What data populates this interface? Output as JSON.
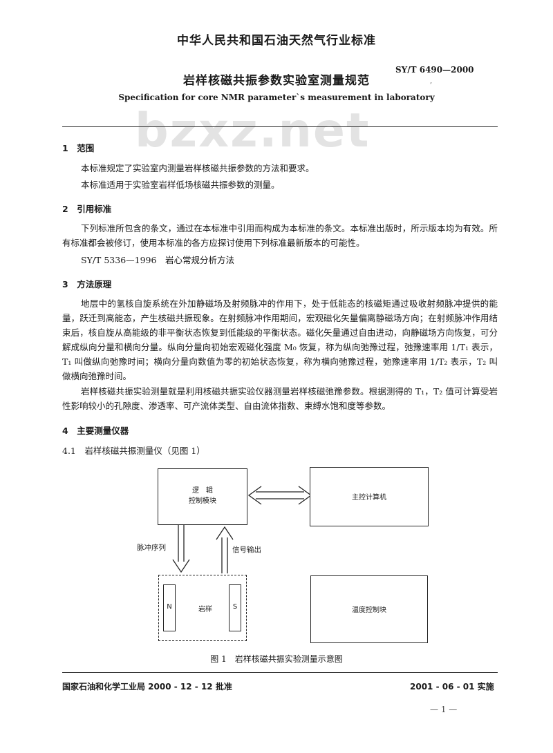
{
  "header": {
    "industry_standard": "中华人民共和国石油天然气行业标准",
    "standard_number": "SY/T 6490—2000",
    "mark": ",",
    "title_cn": "岩样核磁共振参数实验室测量规范",
    "title_en": "Specification for core NMR parameter`s measurement in laboratory",
    "watermark": "bzxz.net"
  },
  "sections": {
    "s1_title": "1　范围",
    "s1_p1": "本标准规定了实验室内测量岩样核磁共振参数的方法和要求。",
    "s1_p2": "本标准适用于实验室岩样低场核磁共振参数的测量。",
    "s2_title": "2　引用标准",
    "s2_p1": "下列标准所包含的条文，通过在本标准中引用而构成为本标准的条文。本标准出版时，所示版本均为有效。所有标准都会被修订，使用本标准的各方应探讨使用下列标准最新版本的可能性。",
    "s2_ref": "SY/T 5336—1996　岩心常规分析方法",
    "s3_title": "3　方法原理",
    "s3_p1": "地层中的氢核自旋系统在外加静磁场及射频脉冲的作用下，处于低能态的核磁矩通过吸收射频脉冲提供的能量，跃迁到高能态，产生核磁共振现象。在射频脉冲作用期间，宏观磁化矢量偏离静磁场方向；在射频脉冲作用结束后，核自旋从高能级的非平衡状态恢复到低能级的平衡状态。磁化矢量通过自由进动，向静磁场方向恢复，可分解成纵向分量和横向分量。纵向分量向初始宏观磁化强度 M₀ 恢复，称为纵向弛豫过程，弛豫速率用 1/T₁ 表示，T₁ 叫做纵向弛豫时间；横向分量向数值为零的初始状态恢复，称为横向弛豫过程，弛豫速率用 1/T₂ 表示，T₂ 叫做横向弛豫时间。",
    "s3_p2": "岩样核磁共振实验测量就是利用核磁共振实验仪器测量岩样核磁弛豫参数。根据测得的 T₁，T₂ 值可计算受岩性影响较小的孔隙度、渗透率、可产流体类型、自由流体指数、束缚水饱和度等参数。",
    "s4_title": "4　主要测量仪器",
    "s41_title": "4.1　岩样核磁共振测量仪（见图 1）"
  },
  "diagram": {
    "logic_module_line1": "逻　辑",
    "logic_module_line2": "控制模块",
    "host_computer": "主控计算机",
    "pulse_sequence": "脉冲序列",
    "signal_output": "信号输出",
    "magnet_n": "N",
    "magnet_s": "S",
    "sample": "岩样",
    "temp_control": "温度控制块",
    "caption": "图 1　岩样核磁共振实验测量示意图"
  },
  "footer": {
    "approval": "国家石油和化学工业局 2000 - 12 - 12 批准",
    "effective": "2001 - 06 - 01 实施",
    "page": "— 1 —"
  }
}
